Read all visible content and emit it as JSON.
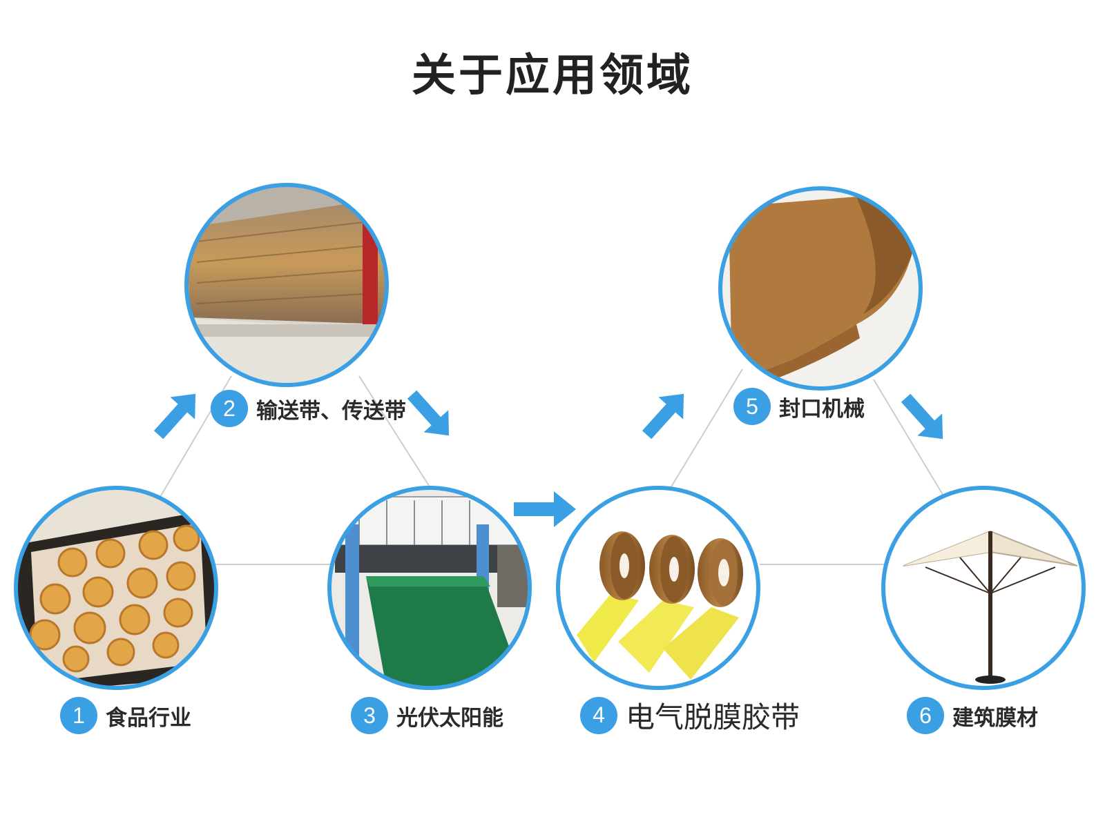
{
  "title": "关于应用领域",
  "colors": {
    "accent": "#3a9fe3",
    "connector": "#c8c8c8",
    "badge": "#3a9fe3"
  },
  "nodes": [
    {
      "number": "1",
      "label": "食品行业",
      "image": "baked-cookies-on-tray"
    },
    {
      "number": "2",
      "label": "输送带、传送带",
      "image": "conveyor-belt-machine"
    },
    {
      "number": "3",
      "label": "光伏太阳能",
      "image": "solar-panel-laminator"
    },
    {
      "number": "4",
      "label": "电气脱膜胶带",
      "image": "ptfe-tape-rolls"
    },
    {
      "number": "5",
      "label": "封口机械",
      "image": "ptfe-fabric-sheet"
    },
    {
      "number": "6",
      "label": "建筑膜材",
      "image": "patio-umbrella"
    }
  ],
  "arrows": [
    "arrow-up-right",
    "arrow-down-right",
    "arrow-right",
    "arrow-up-right",
    "arrow-down-right"
  ]
}
